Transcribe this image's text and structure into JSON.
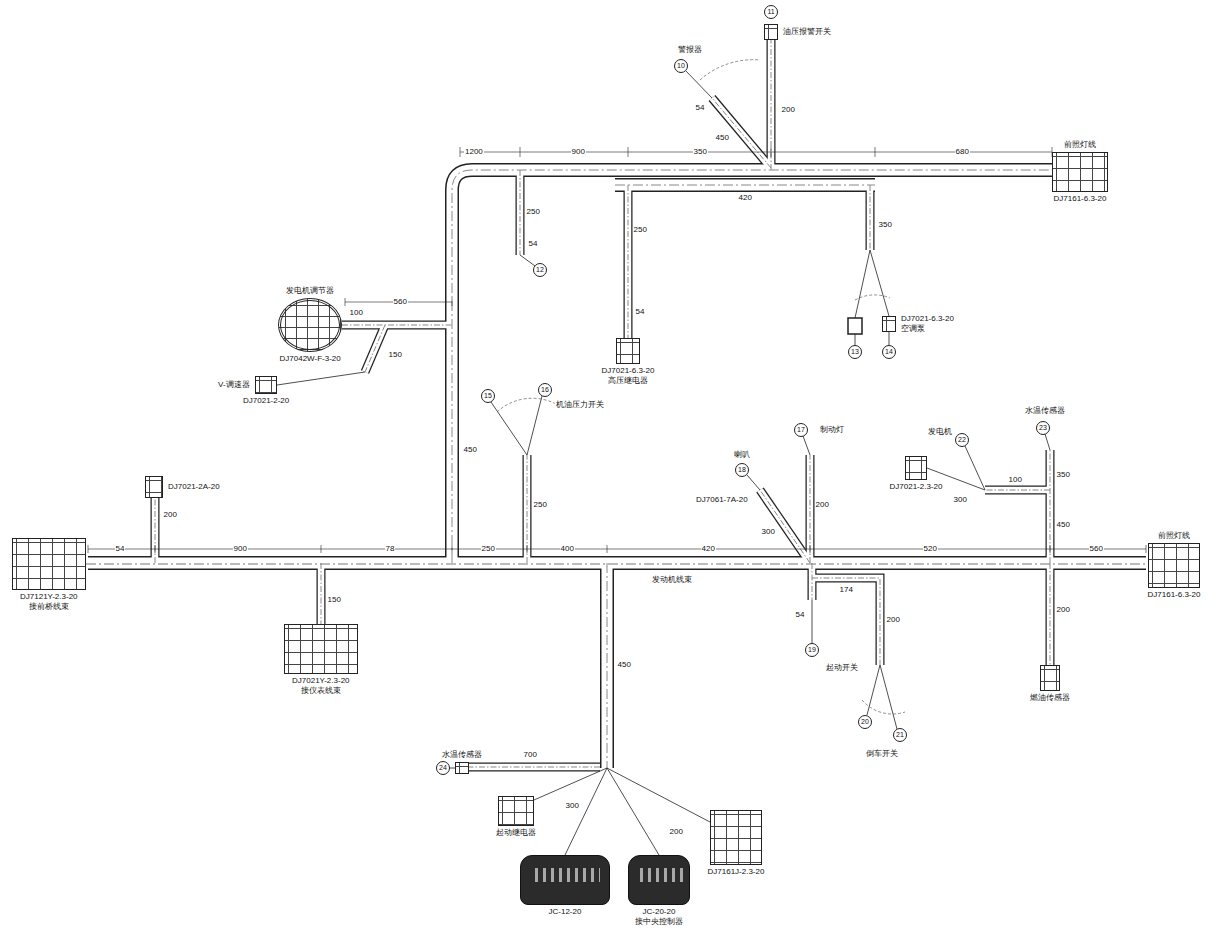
{
  "diagram": {
    "nodes": [
      {
        "text": [
          "DJ7121Y-2.3-20",
          "接前桥线束"
        ]
      },
      {
        "text": [
          "DJ7021-2A-20"
        ]
      },
      {
        "text": [
          "DJ7021Y-2.3-20",
          "接仪表线束"
        ]
      },
      {
        "text": [
          "发电机调节器",
          "DJ7042W-F-3-20"
        ]
      },
      {
        "text": [
          "V-调速器",
          "DJ7021-2-20"
        ]
      },
      {
        "text": [
          "DJ7021-6.3-20",
          "高压继电器"
        ]
      },
      {
        "text": [
          "油压报警开关"
        ]
      },
      {
        "text": [
          "前照灯线",
          "DJ7161-6.3-20"
        ]
      },
      {
        "text": [
          "DJ7021-6.3-20",
          "空调泵"
        ]
      },
      {
        "text": [
          "前照灯线",
          "DJ7161-6.3-20"
        ]
      },
      {
        "text": [
          "燃油传感器"
        ]
      },
      {
        "text": [
          "DJ7021-2.3-20"
        ]
      },
      {
        "text": [
          "起动继电器"
        ]
      },
      {
        "text": [
          "JC-12-20"
        ]
      },
      {
        "text": [
          "JC-20-20",
          "接中央控制器"
        ]
      },
      {
        "text": [
          "DJ7161J-2.3-20"
        ]
      },
      {
        "text": [
          "水温传感器"
        ]
      }
    ],
    "edges": [
      {
        "from": 0,
        "to": 9,
        "arrow": "none"
      }
    ],
    "labels": [
      "1200",
      "900",
      "350",
      "680",
      "420",
      "250",
      "54",
      "250",
      "54",
      "350",
      "200",
      "54",
      "450",
      "560",
      "100",
      "150",
      "450",
      "54",
      "900",
      "78",
      "250",
      "400",
      "420",
      "520",
      "560",
      "200",
      "150",
      "250",
      "450",
      "700",
      "300",
      "200",
      "200",
      "300",
      "54",
      "174",
      "200",
      "300",
      "100",
      "350",
      "450",
      "200",
      "10",
      "11",
      "12",
      "13",
      "14",
      "15",
      "16",
      "17",
      "18",
      "19",
      "20",
      "21",
      "22",
      "23",
      "24",
      "警报器",
      "机油压力开关",
      "制动灯",
      "喇叭",
      "DJ7061-7A-20",
      "起动开关",
      "倒车开关",
      "发电机",
      "水温传感器",
      "发动机线束"
    ]
  }
}
